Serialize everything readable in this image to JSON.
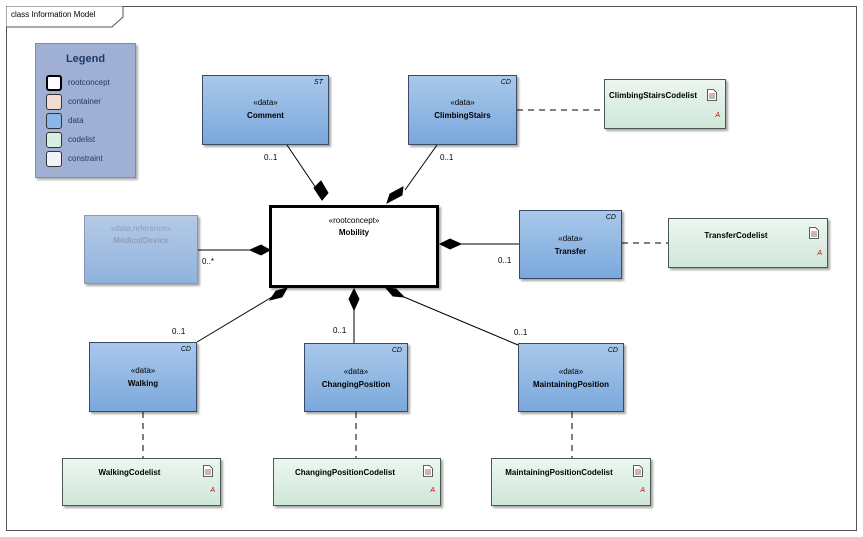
{
  "window": {
    "title": "class Information Model"
  },
  "legend": {
    "title": "Legend",
    "items": [
      {
        "label": "rootconcept",
        "color": "#ffffff"
      },
      {
        "label": "container",
        "color": "#f3dcd0"
      },
      {
        "label": "data",
        "color": "#8cb6e6"
      },
      {
        "label": "codelist",
        "color": "#d7efe0"
      },
      {
        "label": "constraint",
        "color": "#f2f2f8"
      }
    ]
  },
  "classes": {
    "mobility": {
      "stereotype": "«rootconcept»",
      "name": "Mobility"
    },
    "comment": {
      "stereotype": "«data»",
      "name": "Comment",
      "tag": "ST"
    },
    "climbing": {
      "stereotype": "«data»",
      "name": "ClimbingStairs",
      "tag": "CD"
    },
    "medical": {
      "stereotype": "«data,reference»",
      "name": "MedicalDevice"
    },
    "transfer": {
      "stereotype": "«data»",
      "name": "Transfer",
      "tag": "CD"
    },
    "walking": {
      "stereotype": "«data»",
      "name": "Walking",
      "tag": "CD"
    },
    "changing": {
      "stereotype": "«data»",
      "name": "ChangingPosition",
      "tag": "CD"
    },
    "maintaining": {
      "stereotype": "«data»",
      "name": "MaintainingPosition",
      "tag": "CD"
    }
  },
  "codelists": {
    "climbing": "ClimbingStairsCodelist",
    "transfer": "TransferCodelist",
    "walking": "WalkingCodelist",
    "changing": "ChangingPositionCodelist",
    "maintaining": "MaintainingPositionCodelist"
  },
  "codelist_marker": "A",
  "multiplicities": {
    "comment": "0..1",
    "climbing": "0..1",
    "medical": "0..*",
    "transfer": "0..1",
    "walking": "0..1",
    "changing": "0..1",
    "maintaining": "0..1"
  }
}
